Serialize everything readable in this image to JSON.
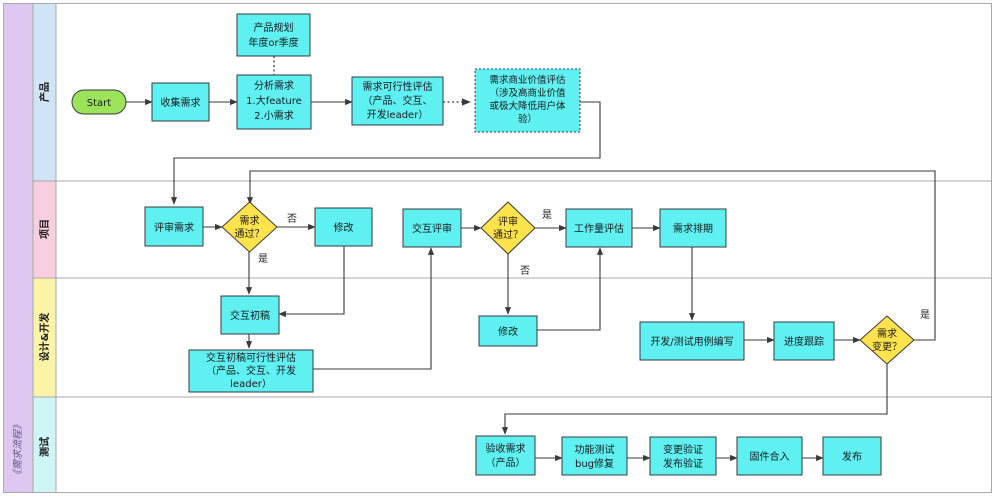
{
  "outer_label": "《需求流程》",
  "lanes": {
    "product": "产品",
    "project": "项目",
    "design_dev": "设计&开发",
    "test": "测试"
  },
  "nodes": {
    "start": "Start",
    "collect": "收集需求",
    "plan": [
      "产品规划",
      "年度or季度"
    ],
    "analyze": [
      "分析需求",
      "1.大feature",
      "2.小需求"
    ],
    "feasibility": [
      "需求可行性评估",
      "（产品、交互、",
      "开发leader）"
    ],
    "business": [
      "需求商业价值评估",
      "（涉及高商业价值",
      "或极大降低用户体",
      "验）"
    ],
    "review": "评审需求",
    "pass1": [
      "需求",
      "通过？"
    ],
    "modify1": "修改",
    "draft": "交互初稿",
    "draft_eval": [
      "交互初稿可行性评估",
      "（产品、交互、开发",
      "leader）"
    ],
    "ix_review": "交互评审",
    "pass2": [
      "评审",
      "通过？"
    ],
    "modify2": "修改",
    "workload": "工作量评估",
    "schedule": "需求排期",
    "dev": "开发/测试用例编写",
    "track": "进度跟踪",
    "change": [
      "需求",
      "变更？"
    ],
    "accept": [
      "验收需求",
      "（产品）"
    ],
    "func_test": [
      "功能测试",
      "bug修复"
    ],
    "change_verify": [
      "变更验证",
      "发布验证"
    ],
    "firmware": "固件合入",
    "release": "发布"
  },
  "edge_labels": {
    "pass1_no": "否",
    "pass1_yes": "是",
    "pass2_yes": "是",
    "pass2_no": "否",
    "change_yes": "是"
  },
  "colors": {
    "outer_strip": "#dcc8f0",
    "lane_product": "#cfe4f7",
    "lane_project": "#f9cfe0",
    "lane_design_dev": "#fbf4a6",
    "lane_test": "#cff5f5",
    "box_fill": "#5ff0f2",
    "diamond_fill": "#ffe34d",
    "start_fill": "#9be35a"
  }
}
